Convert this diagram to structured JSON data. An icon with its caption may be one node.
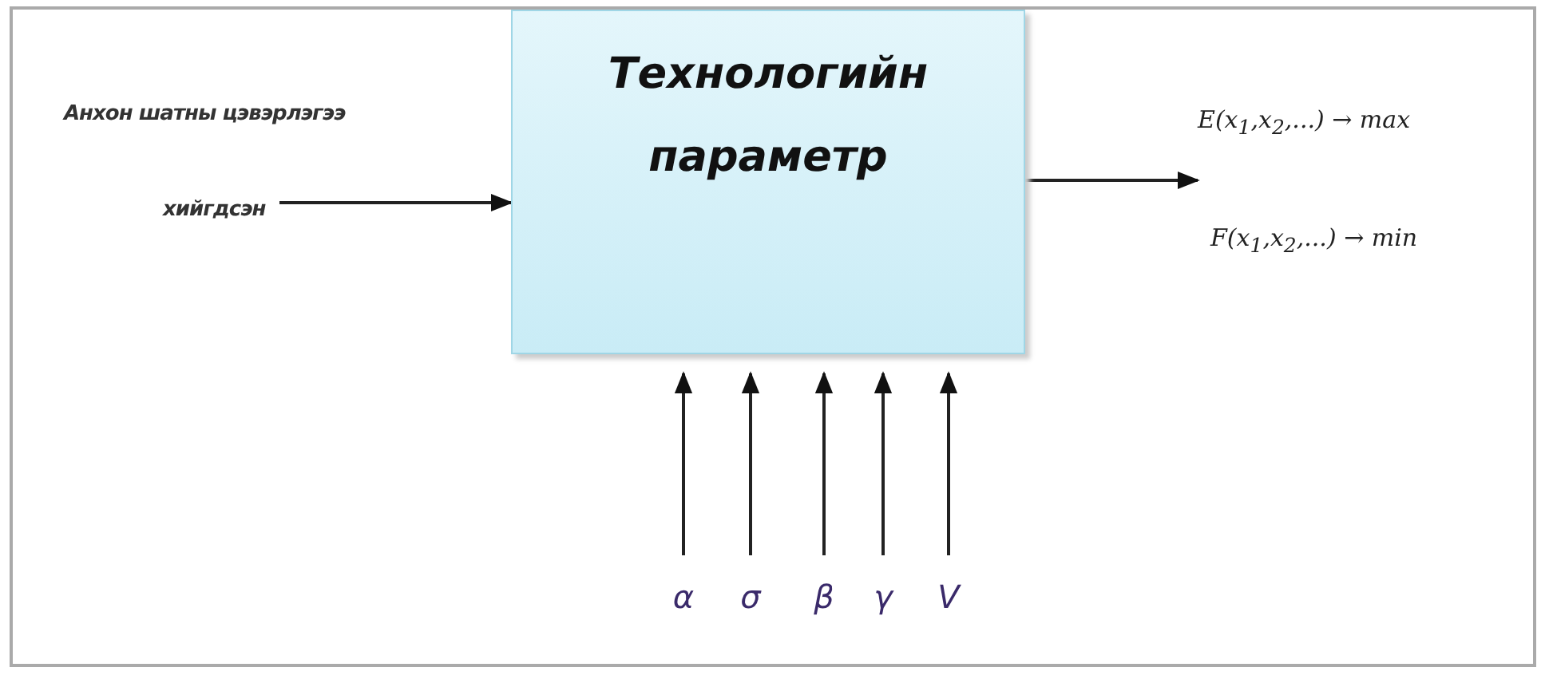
{
  "diagram": {
    "nodes": [
      {
        "text": [
          "Технологийн параметр"
        ]
      },
      {
        "text": [
          "Анхон шатны цэвэрлэгээ",
          "хийгдсэн"
        ]
      },
      {
        "text": [
          "E(x$_{1}$,x$_{2}$,...) → max",
          "F(x$_{1}$,x$_{2}$,...) → min"
        ]
      },
      {
        "text": [
          "α"
        ]
      },
      {
        "text": [
          "σ"
        ]
      },
      {
        "text": [
          "β"
        ]
      },
      {
        "text": [
          "γ"
        ]
      },
      {
        "text": [
          "V"
        ]
      }
    ],
    "edges": [
      {
        "from": 1,
        "to": 0,
        "arrow": "to"
      },
      {
        "from": 0,
        "to": 2,
        "arrow": "to"
      },
      {
        "from": 3,
        "to": 0,
        "arrow": "to"
      },
      {
        "from": 4,
        "to": 0,
        "arrow": "to"
      },
      {
        "from": 5,
        "to": 0,
        "arrow": "to"
      },
      {
        "from": 6,
        "to": 0,
        "arrow": "to"
      },
      {
        "from": 7,
        "to": 0,
        "arrow": "to"
      }
    ]
  }
}
